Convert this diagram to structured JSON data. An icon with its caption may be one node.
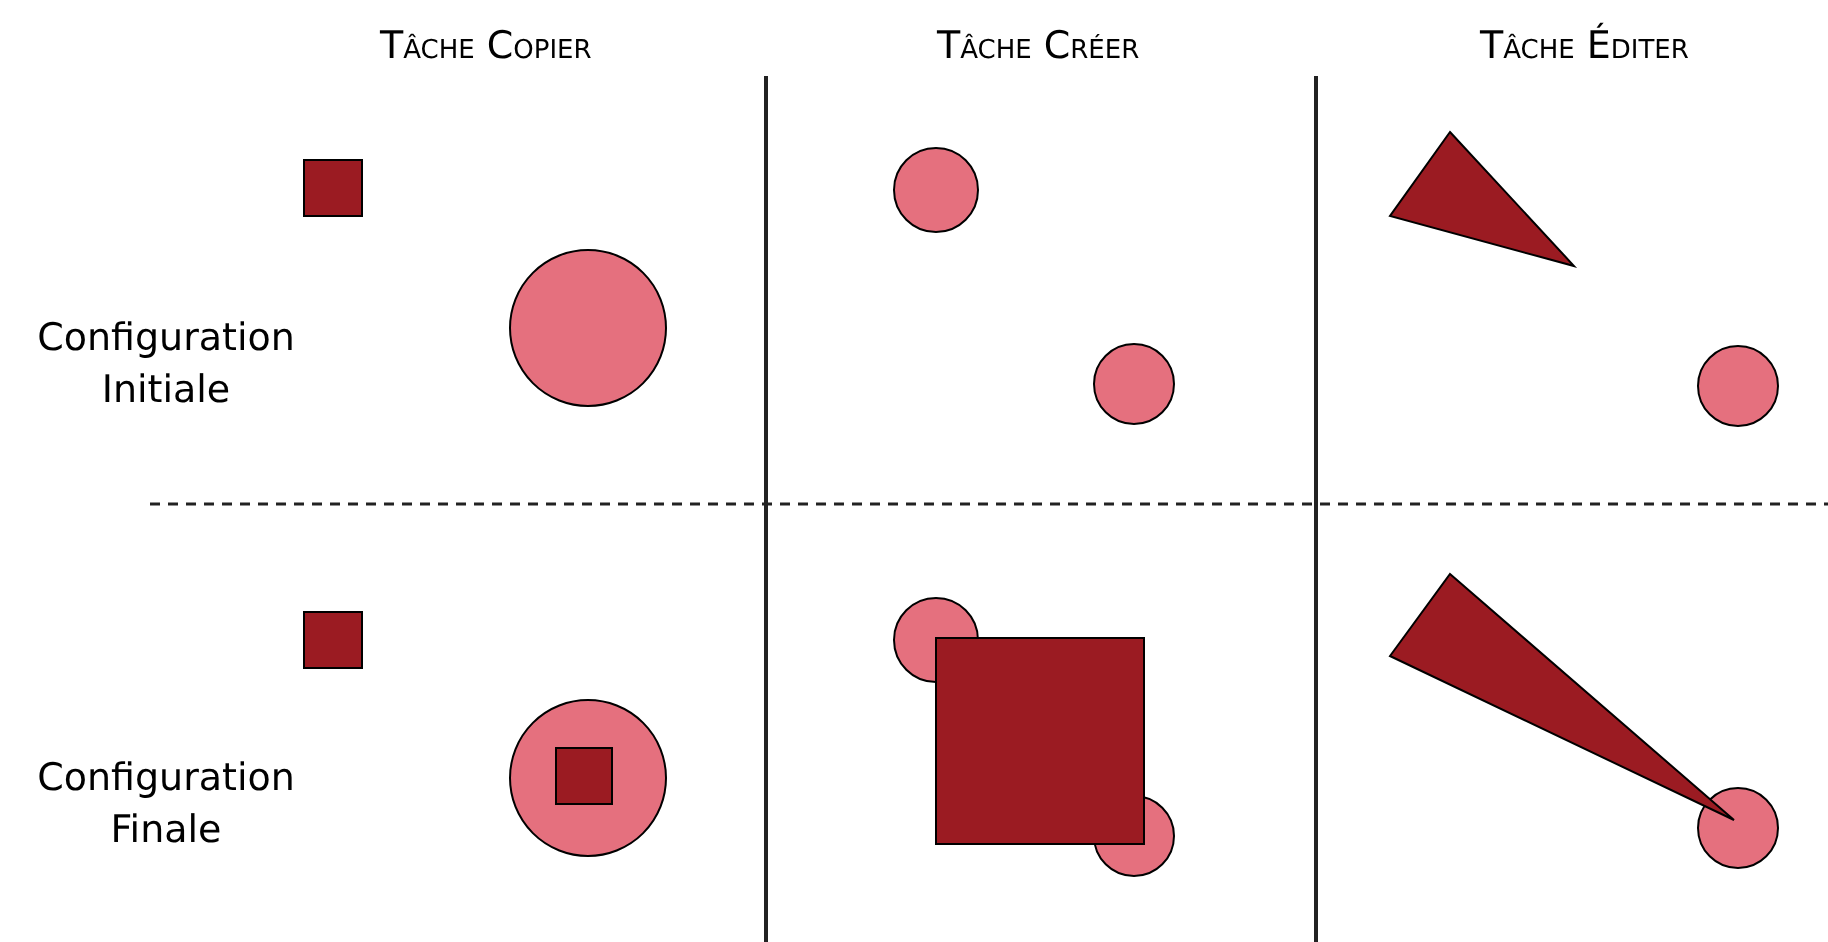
{
  "diagram": {
    "labels": [
      "Tâche Copier",
      "Tâche Créer",
      "Tâche Éditer",
      "Configuration Initiale",
      "Configuration Finale"
    ]
  }
}
